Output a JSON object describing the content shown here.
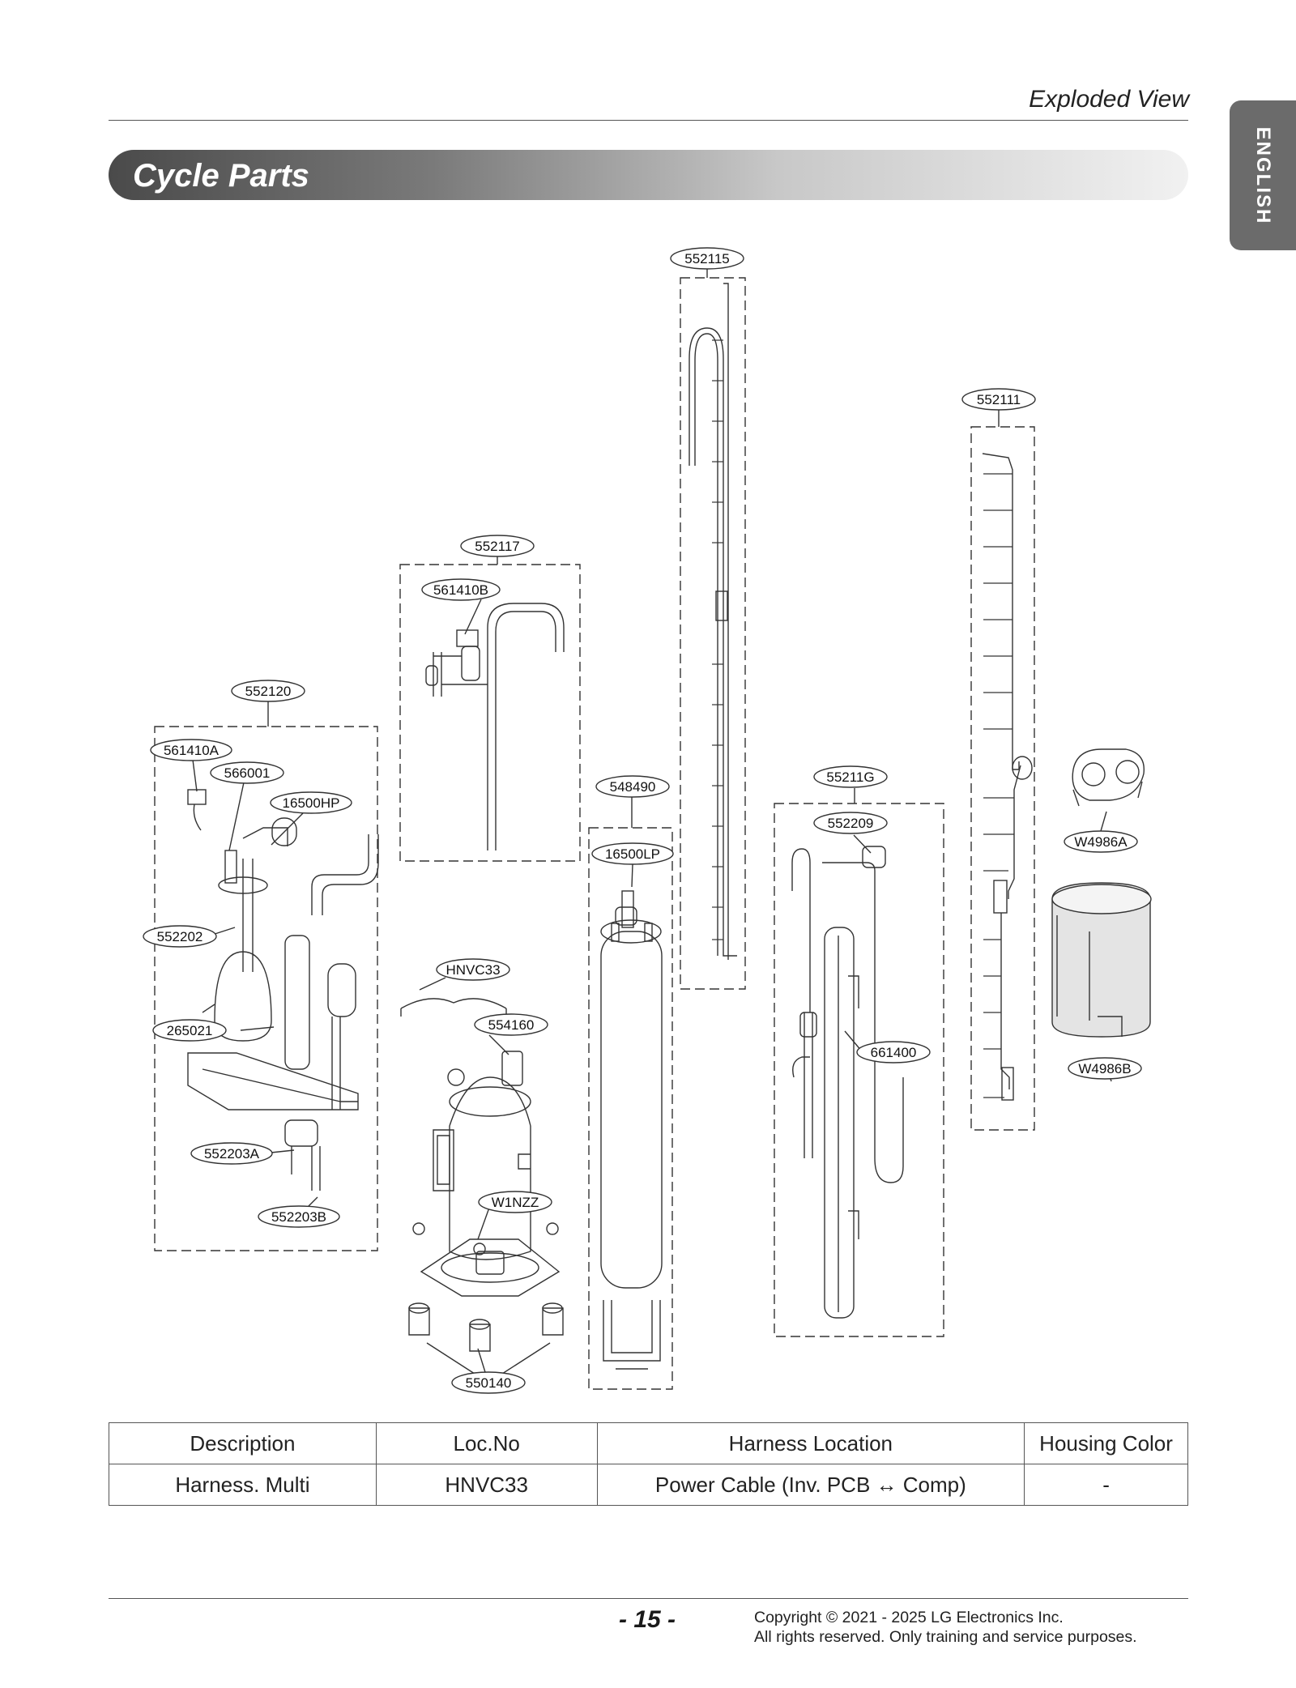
{
  "header": {
    "title": "Exploded View",
    "language_tab": "ENGLISH"
  },
  "section": {
    "title": "Cycle Parts"
  },
  "part_labels": {
    "p552115": "552115",
    "p552111": "552111",
    "p552117": "552117",
    "p561410B": "561410B",
    "p552120": "552120",
    "p561410A": "561410A",
    "p566001": "566001",
    "p16500HP": "16500HP",
    "p548490": "548490",
    "p16500LP": "16500LP",
    "p55211G": "55211G",
    "p552209": "552209",
    "pW4986A": "W4986A",
    "p552202": "552202",
    "pHNVC33": "HNVC33",
    "p554160": "554160",
    "p265021": "265021",
    "p661400": "661400",
    "pW4986B": "W4986B",
    "p552203A": "552203A",
    "pW1NZZ": "W1NZZ",
    "p552203B": "552203B",
    "p550140": "550140"
  },
  "table": {
    "headers": [
      "Description",
      "Loc.No",
      "Harness Location",
      "Housing Color"
    ],
    "rows": [
      [
        "Harness. Multi",
        "HNVC33",
        "Power Cable (Inv. PCB ↔ Comp)",
        "-"
      ]
    ]
  },
  "footer": {
    "page_number": "- 15 -",
    "copyright_line1": "Copyright © 2021 - 2025 LG Electronics Inc.",
    "copyright_line2": "All rights reserved. Only training and service purposes."
  }
}
